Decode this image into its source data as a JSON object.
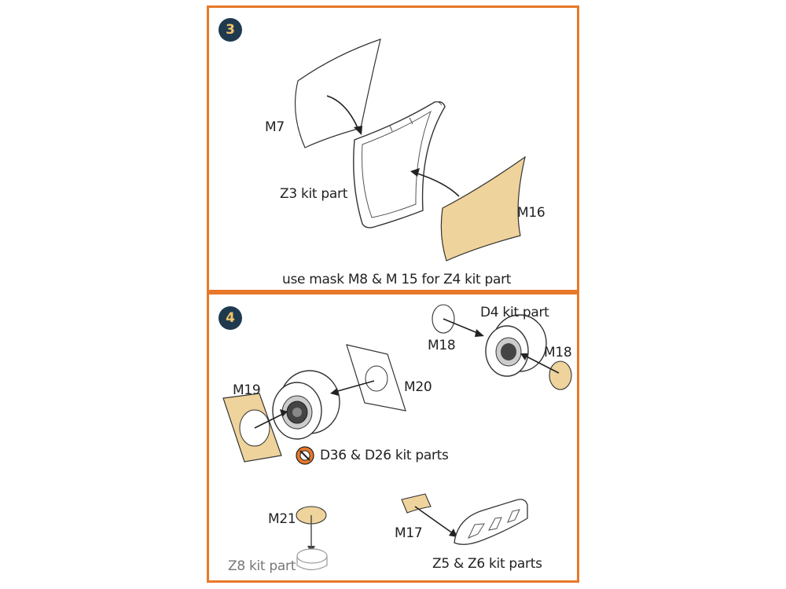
{
  "step3": {
    "number": "3",
    "labels": {
      "m7": "M7",
      "z3": "Z3 kit part",
      "m16": "M16",
      "note": "use mask M8 & M 15 for Z4 kit part"
    }
  },
  "step4": {
    "number": "4",
    "labels": {
      "d4": "D4 kit part",
      "m18_left": "M18",
      "m18_right": "M18",
      "m19": "M19",
      "m20": "M20",
      "d36": "D36 & D26 kit parts",
      "m21": "M21",
      "z8": "Z8 kit part",
      "m17": "M17",
      "z5z6": "Z5 & Z6 kit parts"
    }
  },
  "colors": {
    "frame": "#e8782a",
    "mask": "#efd39c",
    "badge": "#1f3a4f",
    "badge_text": "#f2c56a"
  },
  "icons": [
    "remove-part-icon"
  ]
}
